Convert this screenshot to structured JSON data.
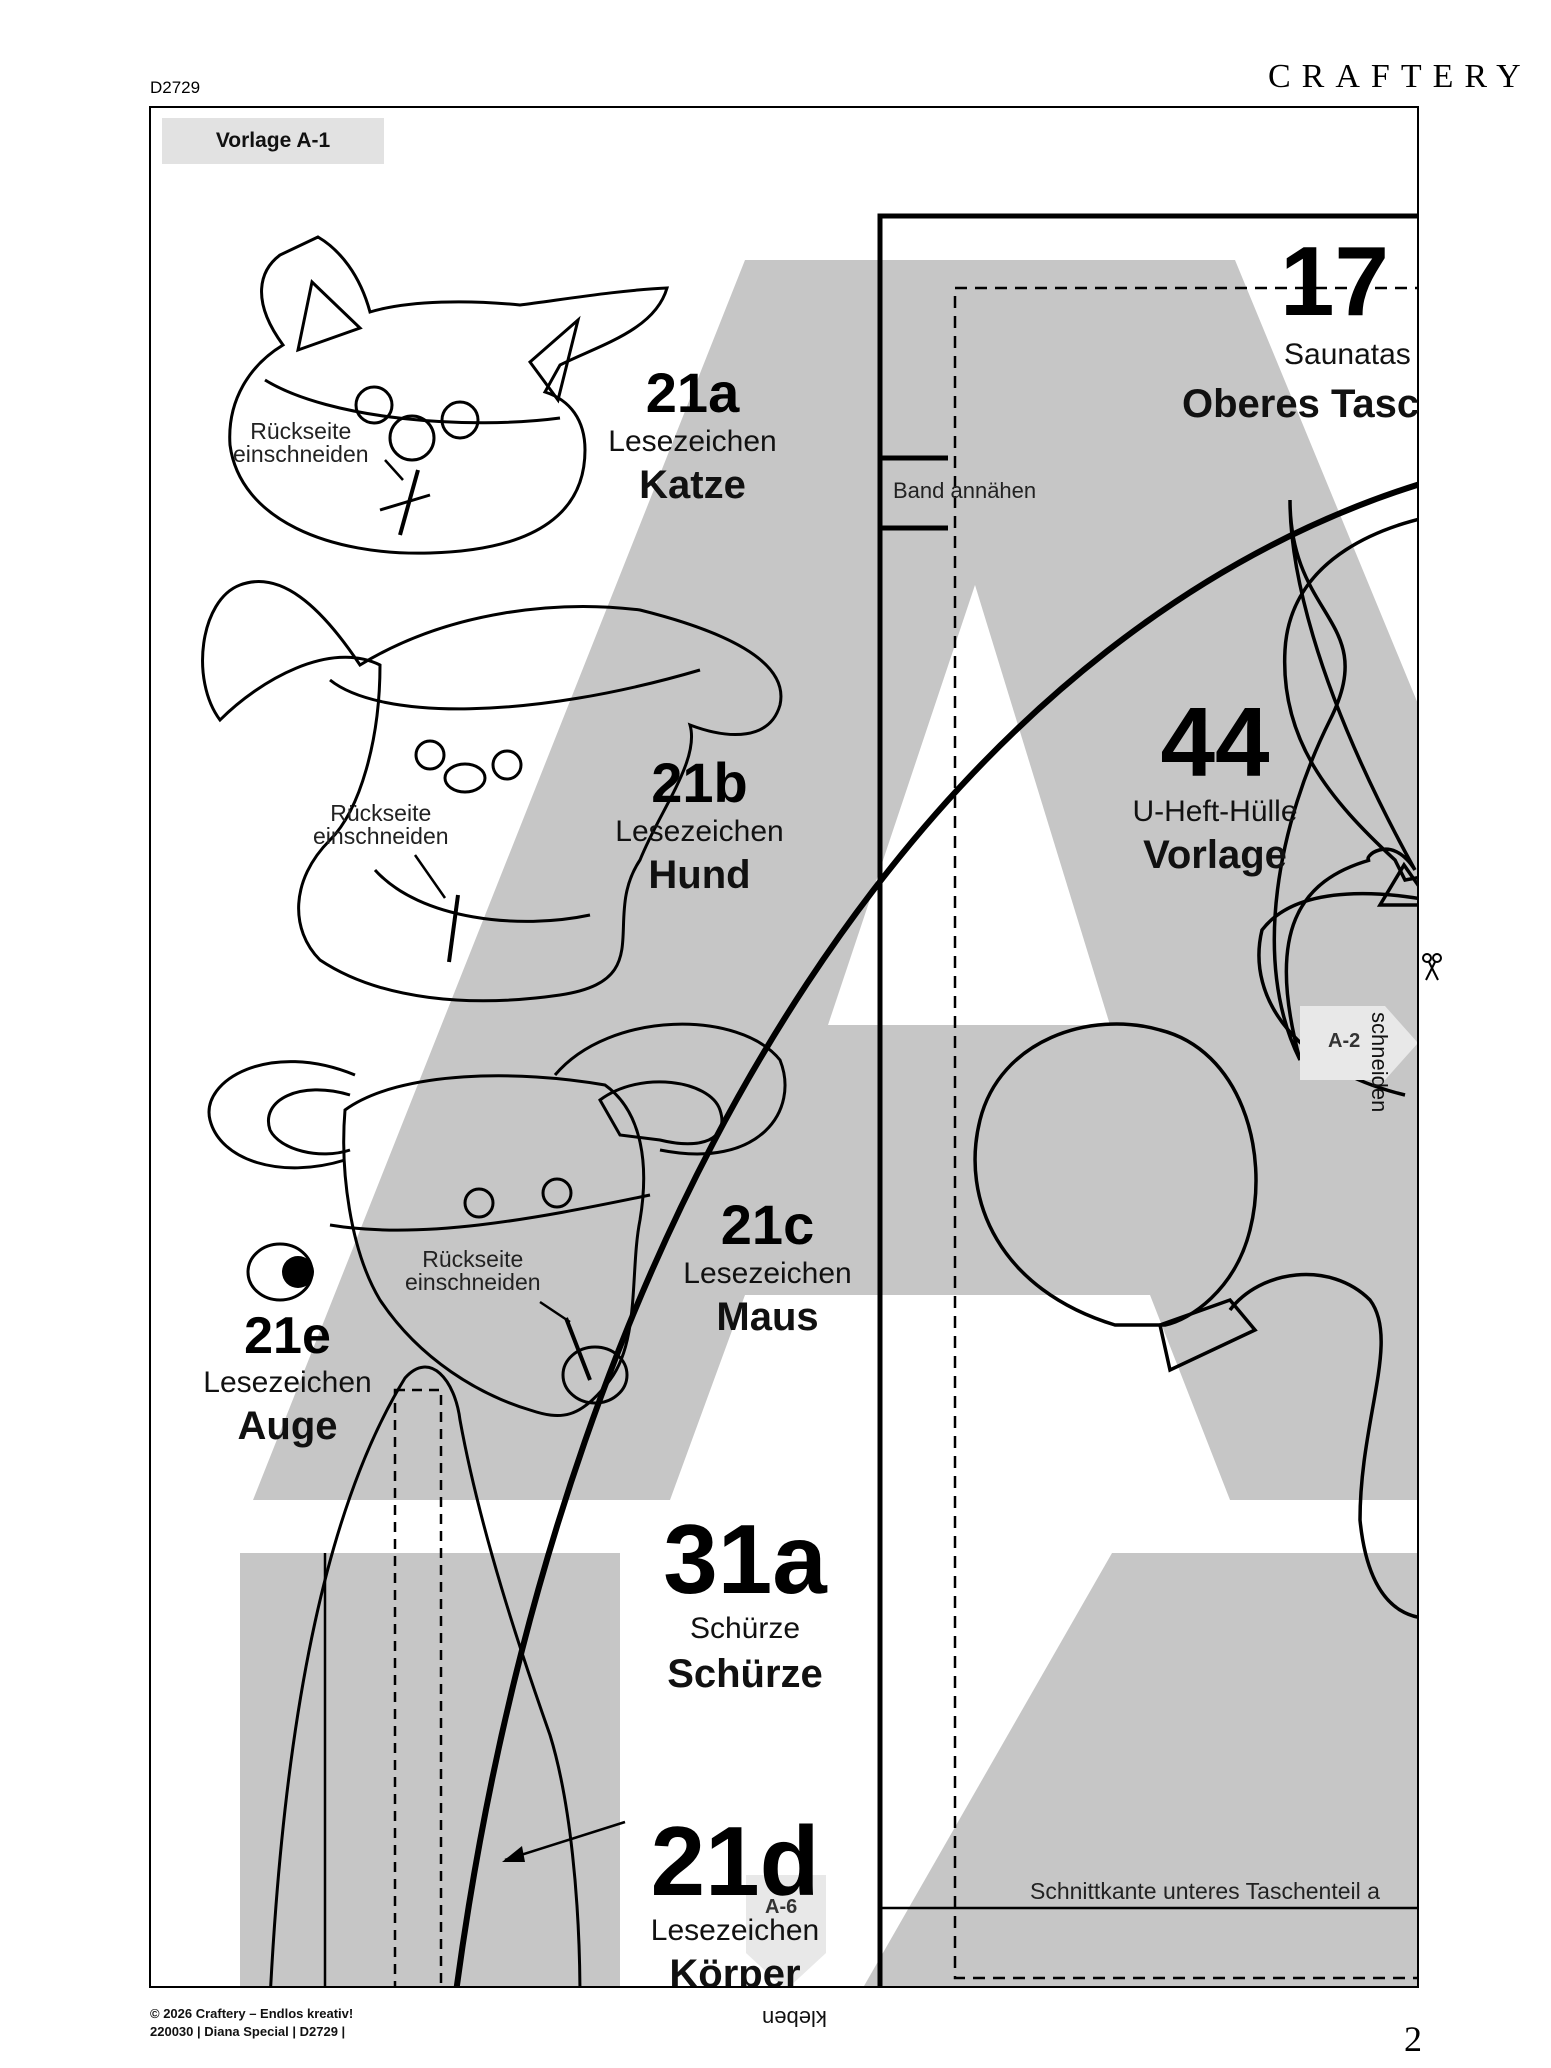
{
  "header": {
    "code": "D2729",
    "brand": "CRAFTERY"
  },
  "template_label": "Vorlage A-1",
  "pieces": {
    "p21a": {
      "number": "21a",
      "subtitle": "Lesezeichen",
      "name": "Katze"
    },
    "p21b": {
      "number": "21b",
      "subtitle": "Lesezeichen",
      "name": "Hund"
    },
    "p21c": {
      "number": "21c",
      "subtitle": "Lesezeichen",
      "name": "Maus"
    },
    "p21e": {
      "number": "21e",
      "subtitle": "Lesezeichen",
      "name": "Auge"
    },
    "p31a": {
      "number": "31a",
      "subtitle": "Schürze",
      "name": "Schürze"
    },
    "p21d": {
      "number": "21d",
      "subtitle": "Lesezeichen",
      "name": "Körper"
    },
    "p17": {
      "number": "17",
      "subtitle": "Saunatas",
      "name": "Oberes Tasc"
    },
    "p44": {
      "number": "44",
      "subtitle": "U-Heft-Hülle",
      "name": "Vorlage"
    }
  },
  "notes": {
    "rueckseite_line1": "Rückseite",
    "rueckseite_line2": "einschneiden",
    "band_annaehen": "Band annähen",
    "schnittkante": "Schnittkante unteres Taschenteil a",
    "schneiden": "schneiden",
    "kleben": "kleben"
  },
  "connectors": {
    "right": "A-2",
    "bottom": "A-6"
  },
  "footer": {
    "line1": "© 2026 Craftery – Endlos kreativ!",
    "line2": "220030 | Diana Special | D2729 |",
    "page_number": "2"
  }
}
